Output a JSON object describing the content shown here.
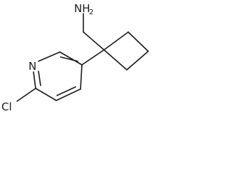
{
  "molecule": {
    "atoms": {
      "amine_n": "NH",
      "amine_h_count": "2",
      "pyridine_n": "N",
      "chlorine": "Cl"
    }
  }
}
